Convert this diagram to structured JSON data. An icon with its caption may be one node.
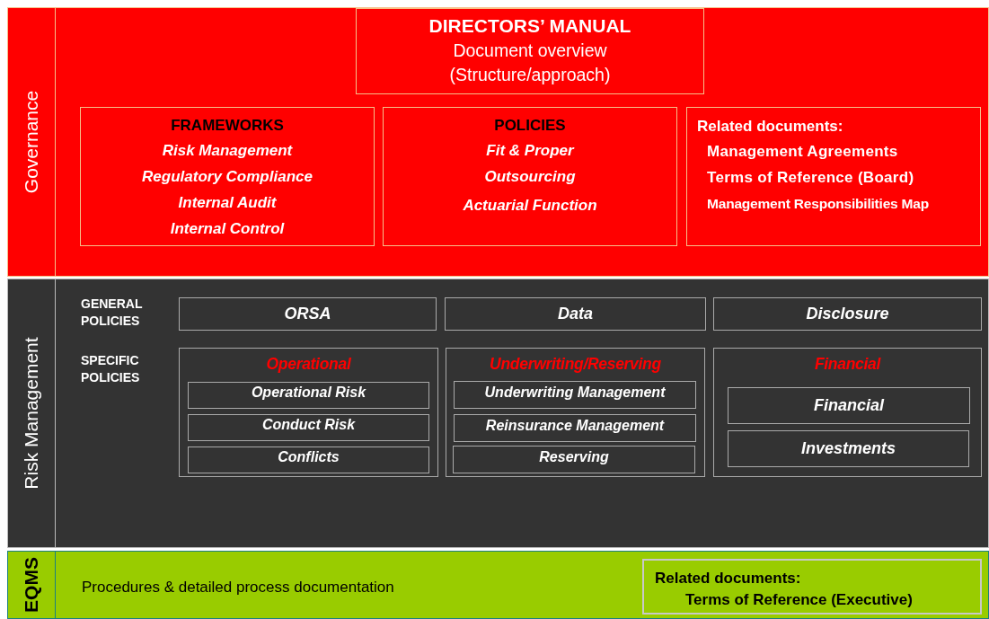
{
  "diagram": {
    "nodes": [
      {
        "text": [
          "Governance"
        ]
      },
      {
        "text": [
          "DIRECTORS’ MANUAL",
          "Document overview (Structure/approach)"
        ],
        "in": 0
      },
      {
        "text": [
          "FRAMEWORKS",
          "Risk Management",
          "Regulatory Compliance",
          "Internal Audit",
          "Internal Control"
        ],
        "in": 0
      },
      {
        "text": [
          "POLICIES",
          "Fit & Proper",
          "Outsourcing",
          "Actuarial Function"
        ],
        "in": 0
      },
      {
        "text": [
          "Related documents:",
          "Management Agreements",
          "Terms of Reference (Board)",
          "Management Responsibilities Map"
        ],
        "in": 0
      },
      {
        "text": [
          "Risk Management"
        ]
      },
      {
        "text": [
          "ORSA"
        ],
        "in": 5
      },
      {
        "text": [
          "Data"
        ],
        "in": 5
      },
      {
        "text": [
          "Disclosure"
        ],
        "in": 5
      },
      {
        "text": [
          "Operational"
        ],
        "in": 5
      },
      {
        "text": [
          "Operational Risk"
        ],
        "in": 9
      },
      {
        "text": [
          "Conduct Risk"
        ],
        "in": 9
      },
      {
        "text": [
          "Conflicts"
        ],
        "in": 9
      },
      {
        "text": [
          "Underwriting/Reserving"
        ],
        "in": 5
      },
      {
        "text": [
          "Underwriting Management"
        ],
        "in": 13
      },
      {
        "text": [
          "Reinsurance Management"
        ],
        "in": 13
      },
      {
        "text": [
          "Reserving"
        ],
        "in": 13
      },
      {
        "text": [
          "Financial"
        ],
        "in": 5
      },
      {
        "text": [
          "Financial"
        ],
        "in": 17
      },
      {
        "text": [
          "Investments"
        ],
        "in": 17
      },
      {
        "text": [
          "EQMS",
          "Procedures & detailed process documentation"
        ]
      },
      {
        "text": [
          "Related documents:",
          "Terms of Reference (Executive)"
        ],
        "in": 20
      }
    ],
    "labels": [
      "GENERAL POLICIES",
      "SPECIFIC POLICIES"
    ]
  }
}
